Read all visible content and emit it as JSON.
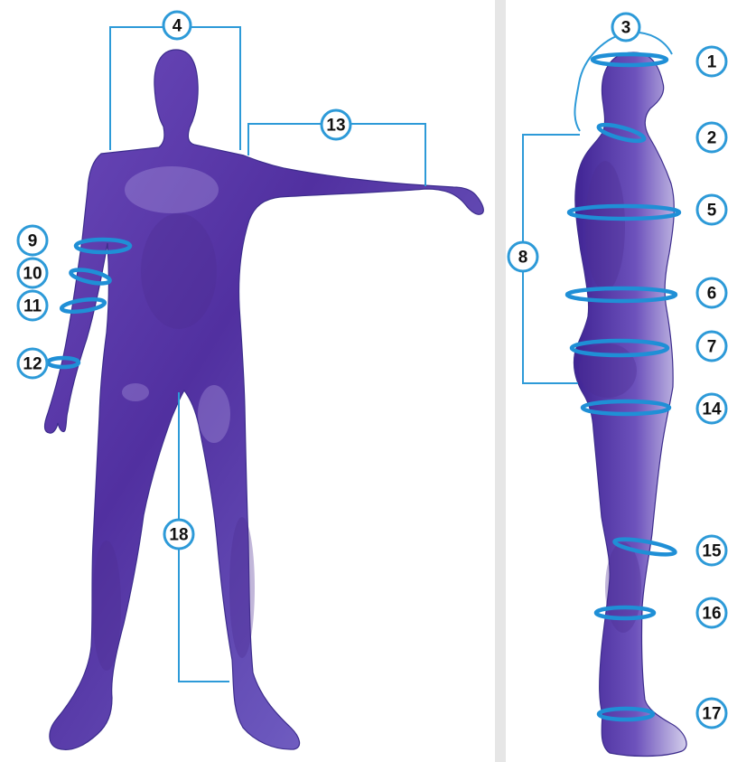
{
  "colors": {
    "background": "#e6e6e6",
    "panel": "#ffffff",
    "accent_blue": "#2d9ad8",
    "body_purple": "#5a3aa8"
  },
  "front_view": {
    "labels": {
      "head_span": "4",
      "arm_span": "13",
      "upper_arm": "9",
      "elbow": "10",
      "forearm": "11",
      "wrist": "12",
      "inseam": "18"
    }
  },
  "side_view": {
    "labels": {
      "head": "1",
      "neck": "2",
      "head_arc": "3",
      "chest": "5",
      "waist": "6",
      "hips": "7",
      "torso_length": "8",
      "thigh": "14",
      "knee": "15",
      "calf": "16",
      "ankle": "17"
    }
  }
}
